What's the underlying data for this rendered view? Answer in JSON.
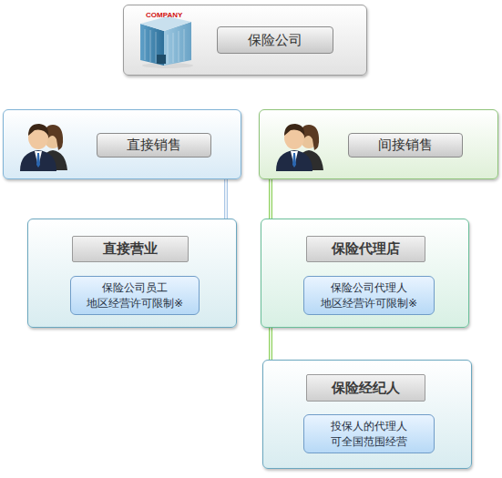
{
  "diagram": {
    "nodes": [
      {
        "text": [
          "保险公司"
        ]
      },
      {
        "text": [
          "直接销售"
        ]
      },
      {
        "text": [
          "间接销售"
        ]
      },
      {
        "text": [
          "直接营业"
        ]
      },
      {
        "text": [
          "保险公司员工 地区经营许可限制※"
        ],
        "in": 3
      },
      {
        "text": [
          "保险代理店"
        ]
      },
      {
        "text": [
          "保险公司代理人 地区经营许可限制※"
        ],
        "in": 5
      },
      {
        "text": [
          "保险经纪人"
        ]
      },
      {
        "text": [
          "投保人的代理人 可全国范围经营"
        ],
        "in": 7
      }
    ],
    "edges": [
      {
        "from": 1,
        "to": 3,
        "arrow": "none"
      },
      {
        "from": 2,
        "to": 5,
        "arrow": "none"
      },
      {
        "from": 2,
        "to": 7,
        "arrow": "none"
      }
    ],
    "labels": [
      "COMPANY"
    ]
  }
}
